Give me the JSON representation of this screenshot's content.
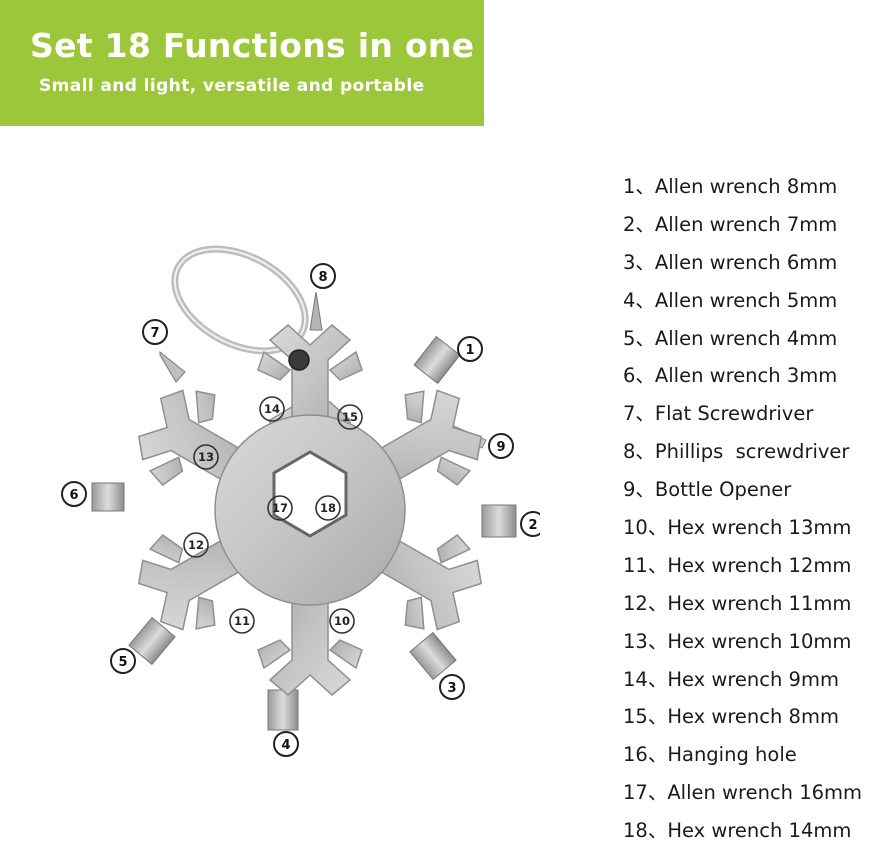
{
  "banner": {
    "title": "Set 18 Functions in one",
    "subtitle": "Small and light, versatile and portable",
    "color": "#9dc73a"
  },
  "functions": [
    {
      "num": "1、",
      "label": "Allen wrench 8mm"
    },
    {
      "num": "2、",
      "label": "Allen wrench 7mm"
    },
    {
      "num": "3、",
      "label": "Allen wrench 6mm"
    },
    {
      "num": "4、",
      "label": "Allen wrench 5mm"
    },
    {
      "num": "5、",
      "label": "Allen wrench 4mm"
    },
    {
      "num": "6、",
      "label": "Allen wrench 3mm"
    },
    {
      "num": "7、",
      "label": "Flat Screwdriver"
    },
    {
      "num": "8、",
      "label": "Phillips  screwdriver"
    },
    {
      "num": "9、",
      "label": "Bottle Opener"
    },
    {
      "num": "10、",
      "label": "Hex wrench 13mm"
    },
    {
      "num": "11、",
      "label": "Hex wrench 12mm"
    },
    {
      "num": "12、",
      "label": "Hex wrench 11mm"
    },
    {
      "num": "13、",
      "label": "Hex wrench 10mm"
    },
    {
      "num": "14、",
      "label": "Hex wrench 9mm"
    },
    {
      "num": "15、",
      "label": "Hex wrench 8mm"
    },
    {
      "num": "16、",
      "label": "Hanging hole"
    },
    {
      "num": "17、",
      "label": "Allen wrench 16mm"
    },
    {
      "num": "18、",
      "label": "Hex wrench 14mm"
    }
  ],
  "callouts": {
    "c1": "1",
    "c2": "2",
    "c3": "3",
    "c4": "4",
    "c5": "5",
    "c6": "6",
    "c7": "7",
    "c8": "8",
    "c9": "9",
    "c10": "10",
    "c11": "11",
    "c12": "12",
    "c13": "13",
    "c14": "14",
    "c15": "15",
    "c17": "17",
    "c18": "18"
  }
}
